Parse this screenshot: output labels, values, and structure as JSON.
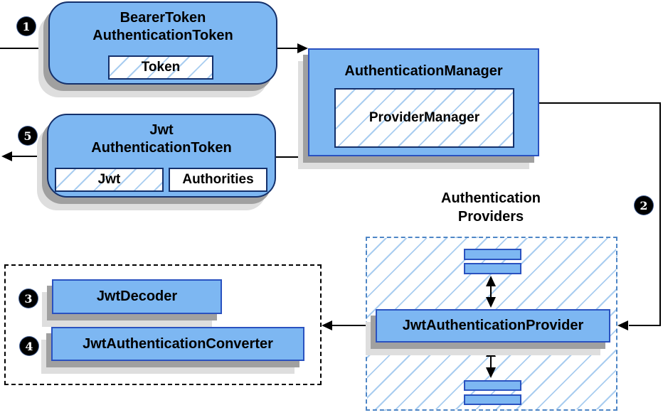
{
  "colors": {
    "box-fill": "#7db7f2",
    "border-navy": "#14306b",
    "border-blue": "#2a52c0",
    "hatch-line": "#a9cdf0",
    "dashed-blue": "#4e86c6",
    "shadow-dark": "#a0a0a0",
    "shadow-light": "#dedede",
    "arrow": "#000000",
    "text": "#000000"
  },
  "diagram": {
    "bearer_token_box": {
      "title": "BearerToken\nAuthenticationToken",
      "field_token": "Token"
    },
    "authentication_manager_box": {
      "title": "AuthenticationManager",
      "inner": "ProviderManager"
    },
    "jwt_token_box": {
      "title": "Jwt\nAuthenticationToken",
      "field_jwt": "Jwt",
      "field_authorities": "Authorities"
    },
    "providers_group": {
      "label": "Authentication\nProviders"
    },
    "jwt_provider_box": {
      "title": "JwtAuthenticationProvider"
    },
    "decoder_box": {
      "title": "JwtDecoder"
    },
    "converter_box": {
      "title": "JwtAuthenticationConverter"
    },
    "markers": {
      "step1": "1",
      "step2": "2",
      "step3": "3",
      "step4": "4",
      "step5": "5"
    }
  }
}
